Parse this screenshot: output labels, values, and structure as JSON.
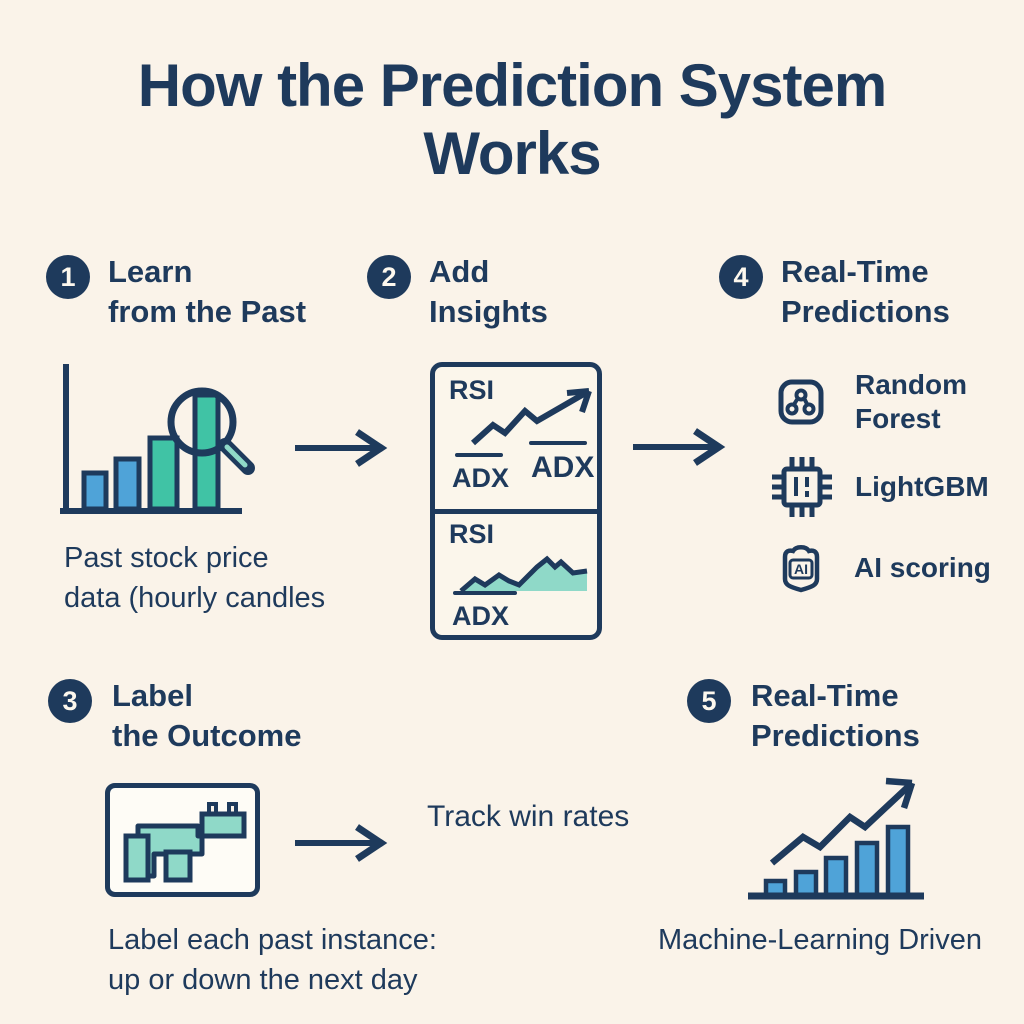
{
  "title_lines": [
    "How the Prediction System",
    "Works"
  ],
  "colors": {
    "background": "#FAF3E9",
    "navy": "#1E3A5C",
    "bar_blue": "#4FA3D8",
    "bar_teal": "#40C3A5",
    "teal_light": "#8FD9C8",
    "circle_text": "#FDF8EE"
  },
  "steps": {
    "step1": {
      "number": "1",
      "title_lines": [
        "Learn",
        "from the Past"
      ],
      "caption_lines": [
        "Past stock price",
        "data (hourly candles"
      ],
      "icon": "bar-chart-magnifier-icon"
    },
    "step2": {
      "number": "2",
      "title_lines": [
        "Add",
        "Insights"
      ],
      "icon": "rsi-adx-indicator-box"
    },
    "step3": {
      "number": "3",
      "title_lines": [
        "Label",
        "the Outcome"
      ],
      "caption_lines": [
        "Label each past instance:",
        "up or down the next day"
      ],
      "icon": "candle-blocks-icon"
    },
    "step4": {
      "number": "4",
      "title_lines": [
        "Real-Time",
        "Predictions"
      ],
      "models": [
        {
          "icon": "random-forest-icon",
          "lines": [
            "Random",
            "Forest"
          ]
        },
        {
          "icon": "chip-icon",
          "lines": [
            "LightGBM"
          ]
        },
        {
          "icon": "ai-badge-icon",
          "icon_text": "AI",
          "lines": [
            "AI scoring"
          ]
        }
      ]
    },
    "step5": {
      "number": "5",
      "title_lines": [
        "Real-Time",
        "Predictions"
      ],
      "caption": "Machine-Learning Driven",
      "icon": "rising-bar-chart-arrow-icon"
    }
  },
  "indicator_box": {
    "top": {
      "rsi": "RSI",
      "adx_left": "ADX",
      "adx_right": "ADX"
    },
    "bottom": {
      "rsi": "RSI",
      "adx": "ADX"
    }
  },
  "flow": {
    "track_label": "Track win rates"
  }
}
